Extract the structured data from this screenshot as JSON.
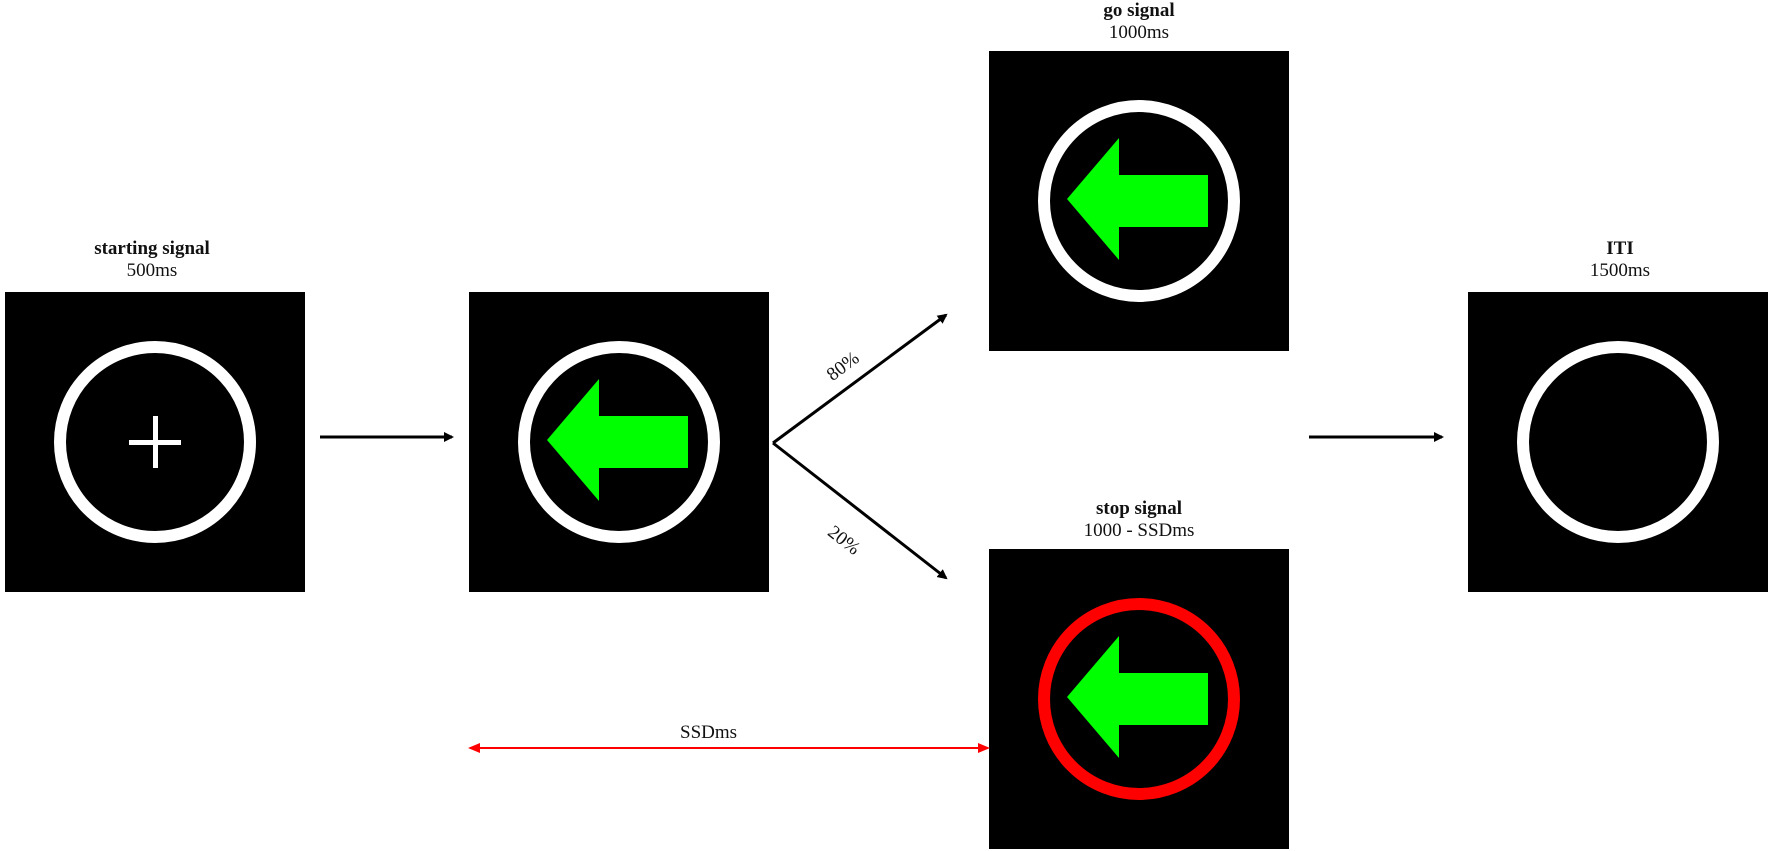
{
  "panels": {
    "starting": {
      "title": "starting signal",
      "duration": "500ms"
    },
    "cue": {},
    "go": {
      "title": "go signal",
      "duration": "1000ms"
    },
    "stop": {
      "title": "stop signal",
      "duration": "1000 - SSDms"
    },
    "iti": {
      "title": "ITI",
      "duration": "1500ms"
    }
  },
  "branches": {
    "go_probability": "80%",
    "stop_probability": "20%"
  },
  "ssd": {
    "label": "SSDms"
  },
  "colors": {
    "panel_background": "#000000",
    "ring_default": "#ffffff",
    "ring_stop": "#ff0000",
    "arrow_stimulus": "#00ff00",
    "ssd_line": "#ff0000",
    "connector": "#000000"
  },
  "icons": {
    "fixation": "fixation-cross-icon",
    "stimulus": "left-arrow-icon",
    "ring": "ring-icon"
  }
}
